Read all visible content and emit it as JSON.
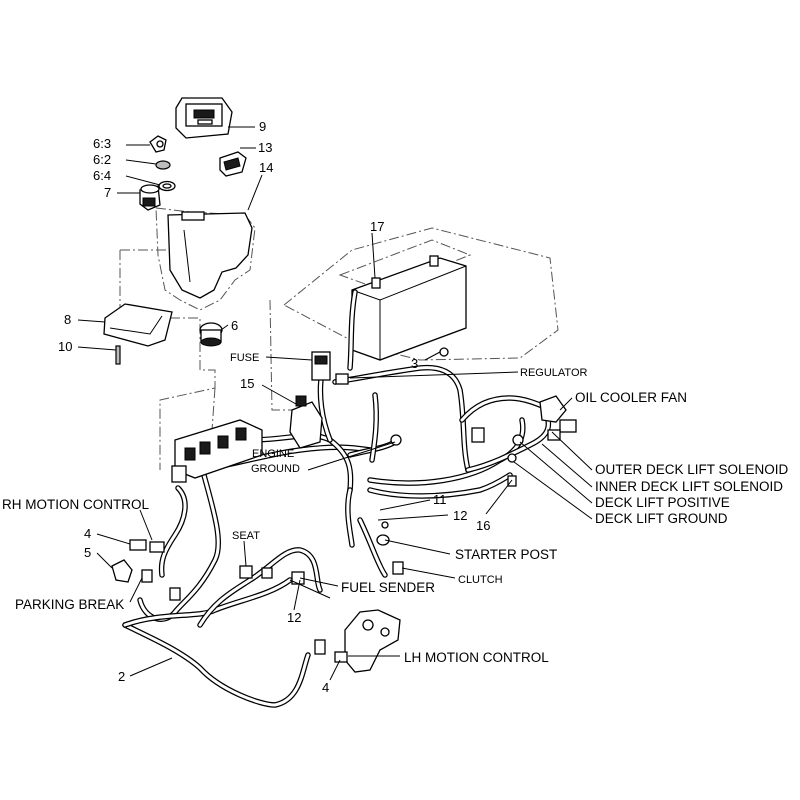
{
  "callouts": {
    "c9": "9",
    "c6_3": "6:3",
    "c6_2": "6:2",
    "c6_4": "6:4",
    "c7": "7",
    "c13": "13",
    "c14": "14",
    "c17": "17",
    "c8": "8",
    "c10": "10",
    "c6": "6",
    "c3": "3",
    "c15": "15",
    "c11": "11",
    "c12a": "12",
    "c16": "16",
    "c4a": "4",
    "c5": "5",
    "c12b": "12",
    "c2": "2",
    "c4b": "4"
  },
  "labels": {
    "fuse": "FUSE",
    "regulator": "REGULATOR",
    "oil_cooler_fan": "OIL COOLER FAN",
    "outer_deck_lift_solenoid": "OUTER DECK LIFT SOLENOID",
    "inner_deck_lift_solenoid": "INNER DECK LIFT SOLENOID",
    "deck_lift_positive": "DECK LIFT POSITIVE",
    "deck_lift_ground": "DECK LIFT GROUND",
    "engine_ground_line1": "ENGINE",
    "engine_ground_line2": "GROUND",
    "rh_motion_control": "RH MOTION CONTROL",
    "seat": "SEAT",
    "starter_post": "STARTER POST",
    "clutch": "CLUTCH",
    "fuel_sender": "FUEL SENDER",
    "parking_break": "PARKING BREAK",
    "lh_motion_control": "LH MOTION CONTROL"
  }
}
